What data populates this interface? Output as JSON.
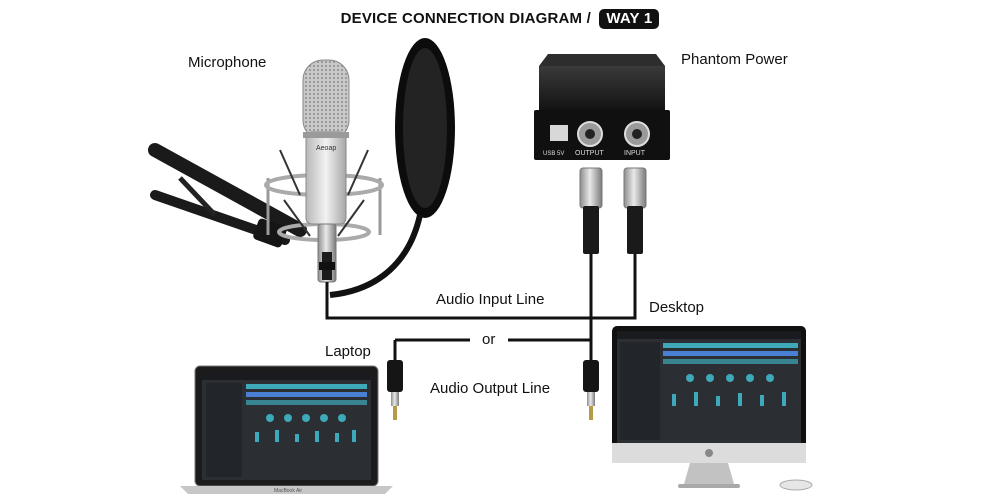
{
  "diagram": {
    "title": "DEVICE CONNECTION DIAGRAM /",
    "title_badge": "WAY 1"
  },
  "labels": {
    "microphone": "Microphone",
    "phantom_power": "Phantom Power",
    "audio_input_line": "Audio Input Line",
    "desktop": "Desktop",
    "laptop": "Laptop",
    "or": "or",
    "audio_output_line": "Audio Output Line"
  },
  "device_text": {
    "mic_brand": "Aeoap",
    "port_usb": "USB 5V",
    "port_output": "OUTPUT",
    "port_input": "INPUT",
    "laptop_model": "MacBook Air"
  },
  "colors": {
    "background": "#ffffff",
    "line": "#111111",
    "screen_dark": "#2b2e33",
    "accent_teal": "#3ea9b8",
    "accent_blue": "#4a7fd6"
  }
}
